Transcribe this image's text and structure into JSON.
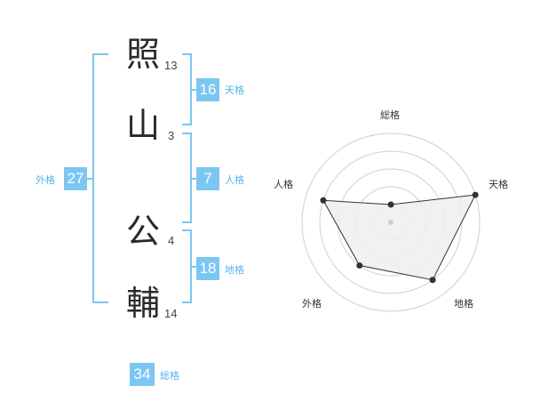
{
  "name": {
    "characters": [
      {
        "char": "照",
        "strokes": "13"
      },
      {
        "char": "山",
        "strokes": "3"
      },
      {
        "char": "公",
        "strokes": "4"
      },
      {
        "char": "輔",
        "strokes": "14"
      }
    ]
  },
  "fortunes": {
    "tenkaku": {
      "value": "16",
      "label": "天格"
    },
    "jinkaku": {
      "value": "7",
      "label": "人格"
    },
    "chikaku": {
      "value": "18",
      "label": "地格"
    },
    "gaikaku": {
      "value": "27",
      "label": "外格"
    },
    "soukaku": {
      "value": "34",
      "label": "総格"
    }
  },
  "chart_data": {
    "type": "radar",
    "axes": [
      "総格",
      "天格",
      "地格",
      "外格",
      "人格"
    ],
    "values": [
      1,
      5,
      4,
      3,
      4
    ],
    "max": 5,
    "rings": 5,
    "colors": {
      "fill": "#efefef",
      "stroke": "#333333",
      "grid": "#d0d0d0"
    }
  },
  "colors": {
    "accent": "#7cc6f2",
    "bracket": "#7cc6f2"
  }
}
